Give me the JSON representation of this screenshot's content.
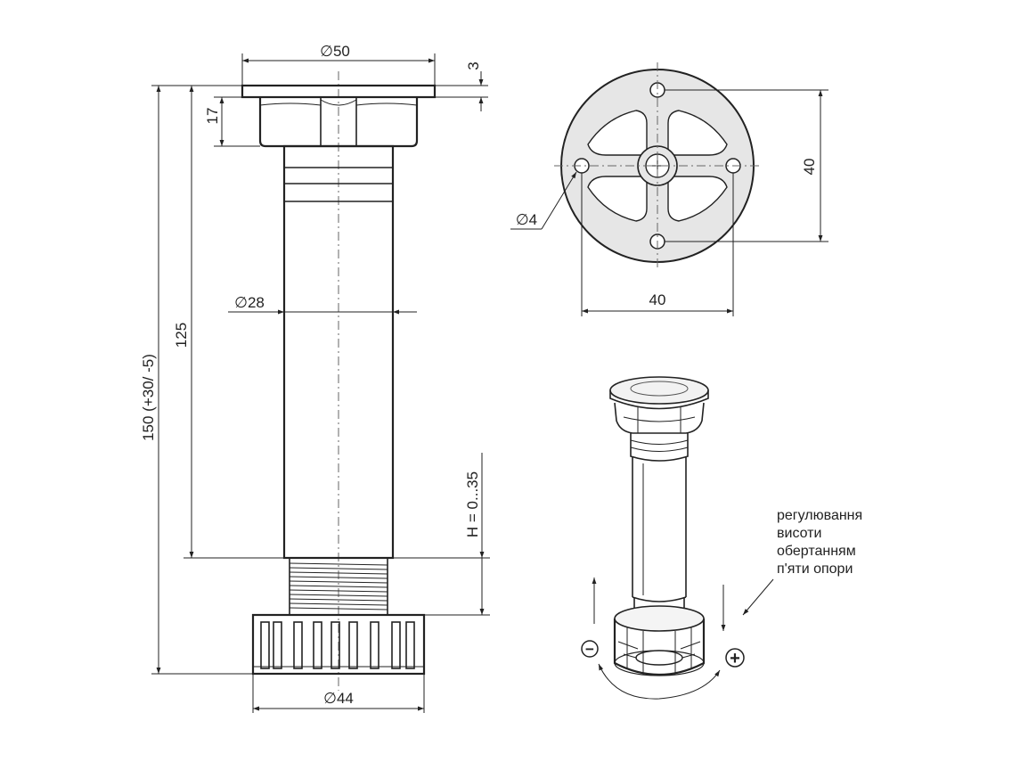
{
  "dimensions": {
    "top_diameter": "∅50",
    "top_thickness": "3",
    "collar_height": "17",
    "tube_length": "125",
    "total_height": "150 (+30/ -5)",
    "tube_diameter": "∅28",
    "height_adjust": "H = 0...35",
    "foot_diameter": "∅44",
    "hole_diameter": "∅4",
    "hole_spacing_vertical": "40",
    "hole_spacing_horizontal": "40"
  },
  "note": {
    "lines": [
      "регулювання",
      "висоти",
      "обертанням",
      "п'яти опори"
    ]
  },
  "rotation": {
    "minus": "−",
    "plus": "+"
  },
  "colors": {
    "line": "#222222",
    "plate_fill": "#e6e6e6",
    "background": "#ffffff"
  }
}
